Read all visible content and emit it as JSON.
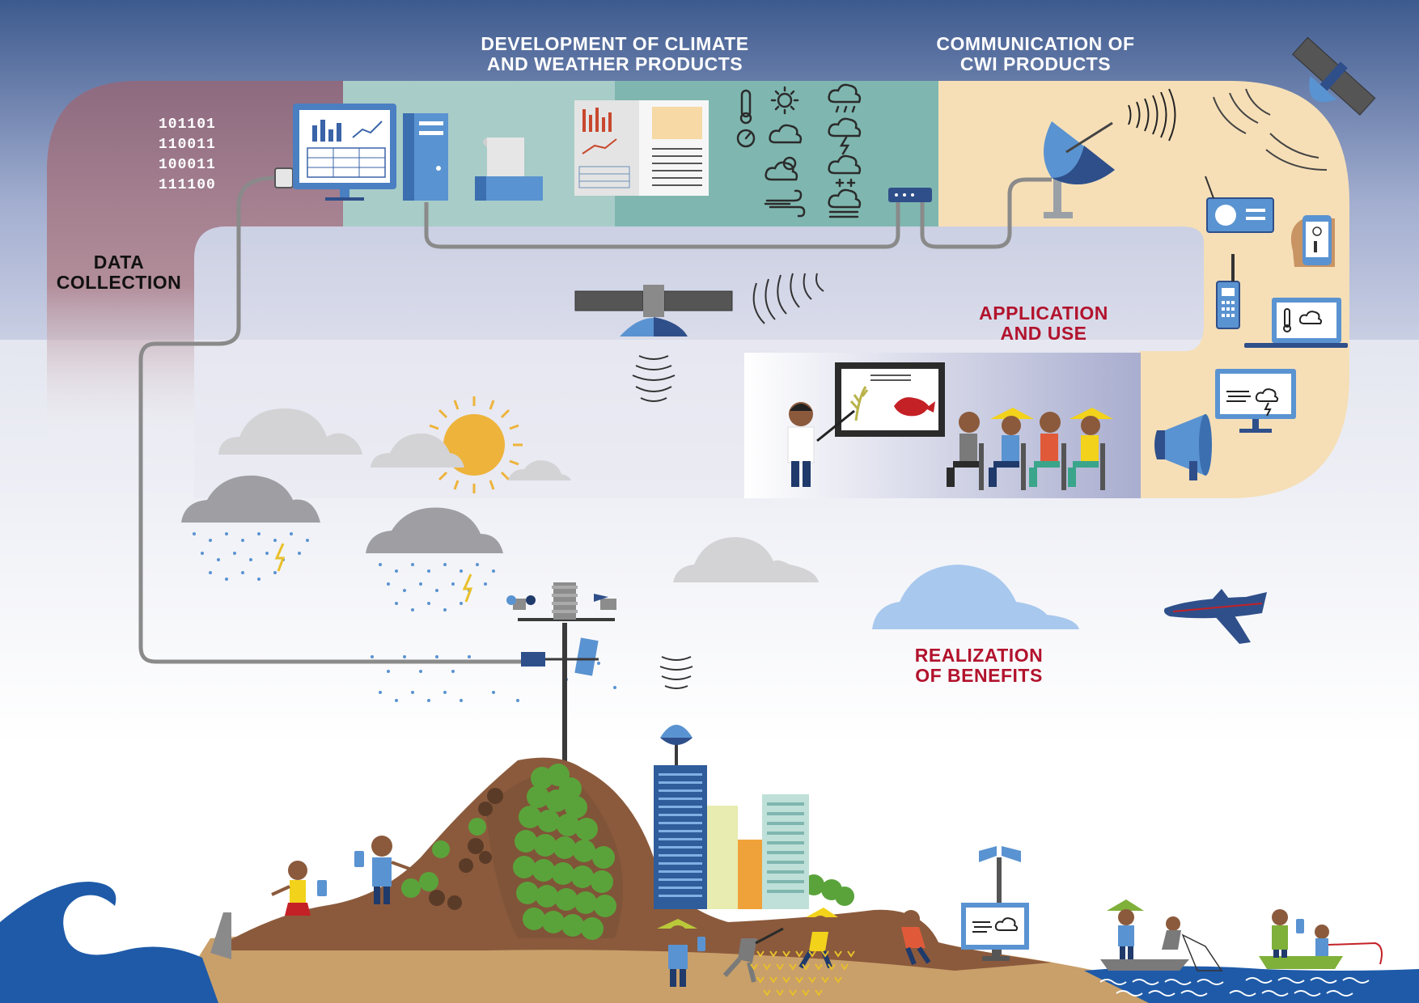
{
  "stages": {
    "development": {
      "line1": "DEVELOPMENT OF CLIMATE",
      "line2": "AND WEATHER PRODUCTS"
    },
    "communication": {
      "line1": "COMMUNICATION OF",
      "line2": "CWI PRODUCTS"
    },
    "data_collection": {
      "line1": "DATA",
      "line2": "COLLECTION"
    },
    "application": {
      "line1": "APPLICATION",
      "line2": "AND USE"
    },
    "realization": {
      "line1": "REALIZATION",
      "line2": "OF BENEFITS"
    }
  },
  "binary_codes": [
    "101101",
    "110011",
    "100011",
    "111100"
  ],
  "colors": {
    "sky_top": "#3d5a8e",
    "data_band": "#8e6a80",
    "dev_band": "#a8ccc8",
    "dev_band_dark": "#7fb7b0",
    "comm_band": "#f6dfb7",
    "red_label": "#b2132d",
    "cable": "#8a8a8a",
    "ocean": "#1e5aa8",
    "hill": "#8b5a3c",
    "sand": "#c9a06a"
  },
  "icons": [
    "usb-icon",
    "computer-monitor-icon",
    "server-tower-icon",
    "printer-icon",
    "report-icon",
    "thermometer-icon",
    "sun-icon",
    "cloud-icon",
    "rain-cloud-icon",
    "storm-cloud-icon",
    "snow-cloud-icon",
    "fog-cloud-icon",
    "wind-icon",
    "gauge-icon",
    "router-icon",
    "satellite-dish-icon",
    "satellite-icon",
    "radio-icon",
    "smartphone-icon",
    "walkie-talkie-icon",
    "laptop-icon",
    "tv-screen-icon",
    "megaphone-icon",
    "weather-station-icon",
    "airplane-icon",
    "wave-icon",
    "building-icon",
    "tree-icon",
    "person-icon"
  ]
}
